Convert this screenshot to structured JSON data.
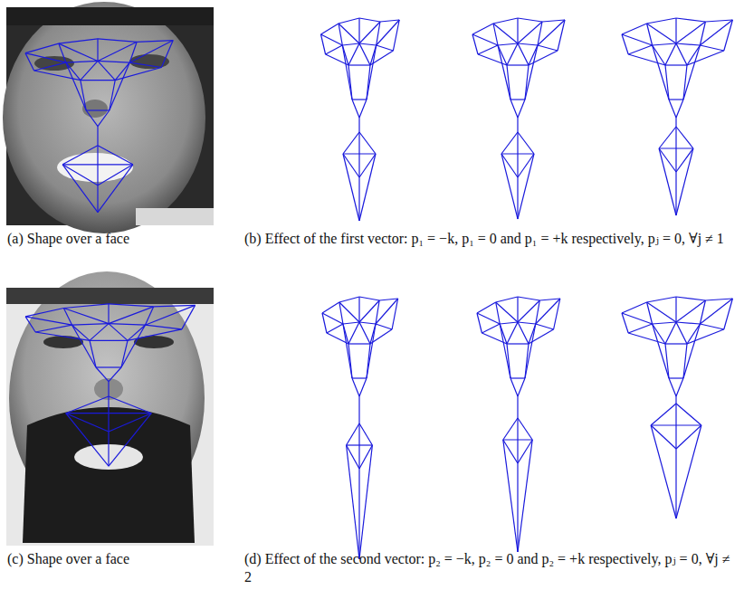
{
  "diagram": {
    "labels": [
      "(a) Shape over a face",
      "(b) Effect of the first vector: p₁ = −k, p₁ = 0 and p₁ = +k respectively, pⱼ = 0, ∀j ≠ 1",
      "(c) Shape over a face",
      "(d) Effect of the second vector: p₂ = −k, p₂ = 0 and p₂ = +k respectively, pⱼ = 0, ∀j ≠ 2"
    ]
  }
}
